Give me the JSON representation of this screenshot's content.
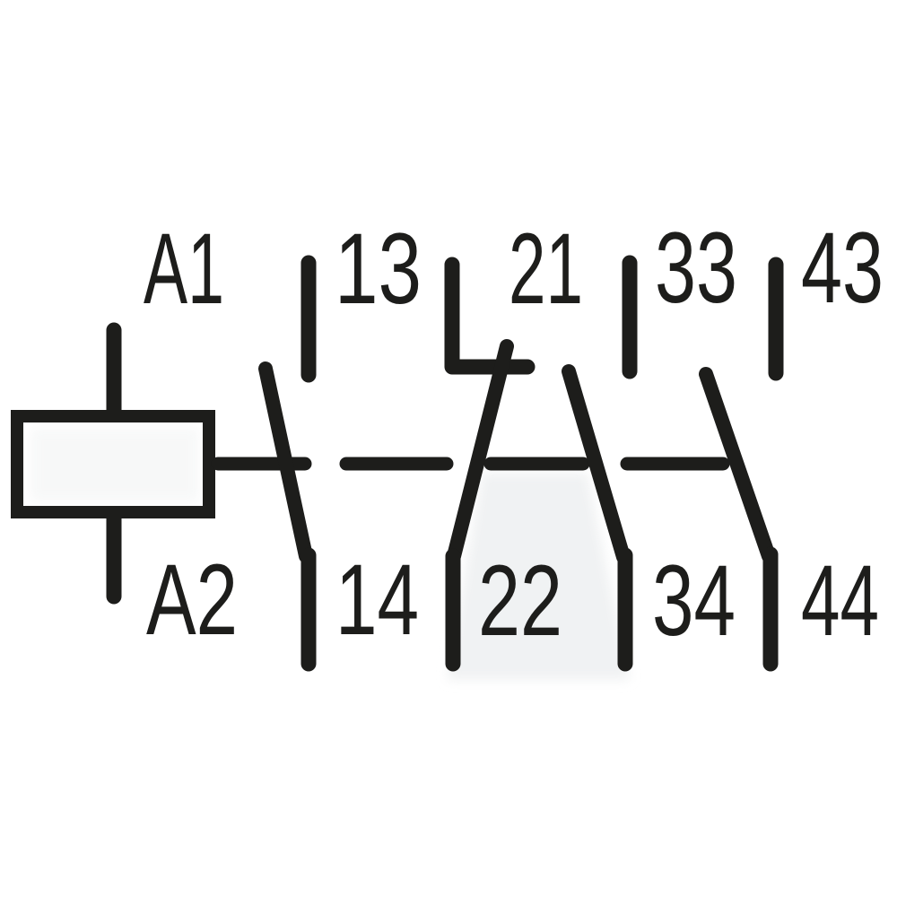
{
  "diagram": {
    "kind": "contactor-auxiliary-contact-wiring-diagram",
    "line_color": "#1d1d1b",
    "background_color": "#ffffff",
    "scan_tint_color": "#eef0f1",
    "coil": {
      "top_terminal_label": "A1",
      "bottom_terminal_label": "A2"
    },
    "contacts": [
      {
        "top_label": "13",
        "bottom_label": "14",
        "contact_type": "NO"
      },
      {
        "top_label": "21",
        "bottom_label": "22",
        "contact_type": "NC"
      },
      {
        "top_label": "33",
        "bottom_label": "34",
        "contact_type": "NO"
      },
      {
        "top_label": "43",
        "bottom_label": "44",
        "contact_type": "NO"
      }
    ]
  }
}
